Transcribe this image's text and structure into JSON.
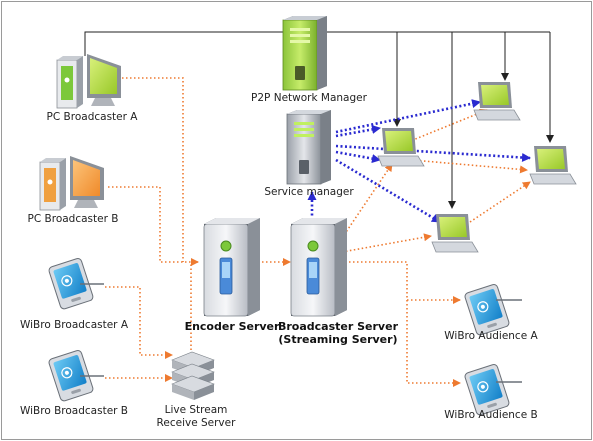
{
  "nodes": {
    "p2p_manager": "P2P Network Manager",
    "service_manager": "Service manager",
    "pc_broadcaster_a": "PC Broadcaster A",
    "pc_broadcaster_b": "PC Broadcaster B",
    "wibro_broadcaster_a": "WiBro Broadcaster A",
    "wibro_broadcaster_b": "WiBro Broadcaster B",
    "live_stream_line1": "Live Stream",
    "live_stream_line2": "Receive Server",
    "encoder_server": "Encoder Server",
    "broadcaster_server_line1": "Broadcaster Server",
    "broadcaster_server_line2": "(Streaming Server)",
    "wibro_audience_a": "WiBro Audience A",
    "wibro_audience_b": "WiBro Audience B"
  },
  "colors": {
    "orange_link": "#ee7a30",
    "blue_link": "#2a2ad0",
    "black_link": "#222222",
    "screen_green": "#b4d838",
    "pc_screen_green": "#a6dc4a",
    "pc_screen_orange": "#f7a24a",
    "pda_blue": "#1e9ee0"
  },
  "icons": {
    "pc": "desktop-pc-icon",
    "laptop": "laptop-icon",
    "tower": "server-tower-icon",
    "pda": "wibro-pda-icon",
    "rack": "stacked-server-icon"
  }
}
